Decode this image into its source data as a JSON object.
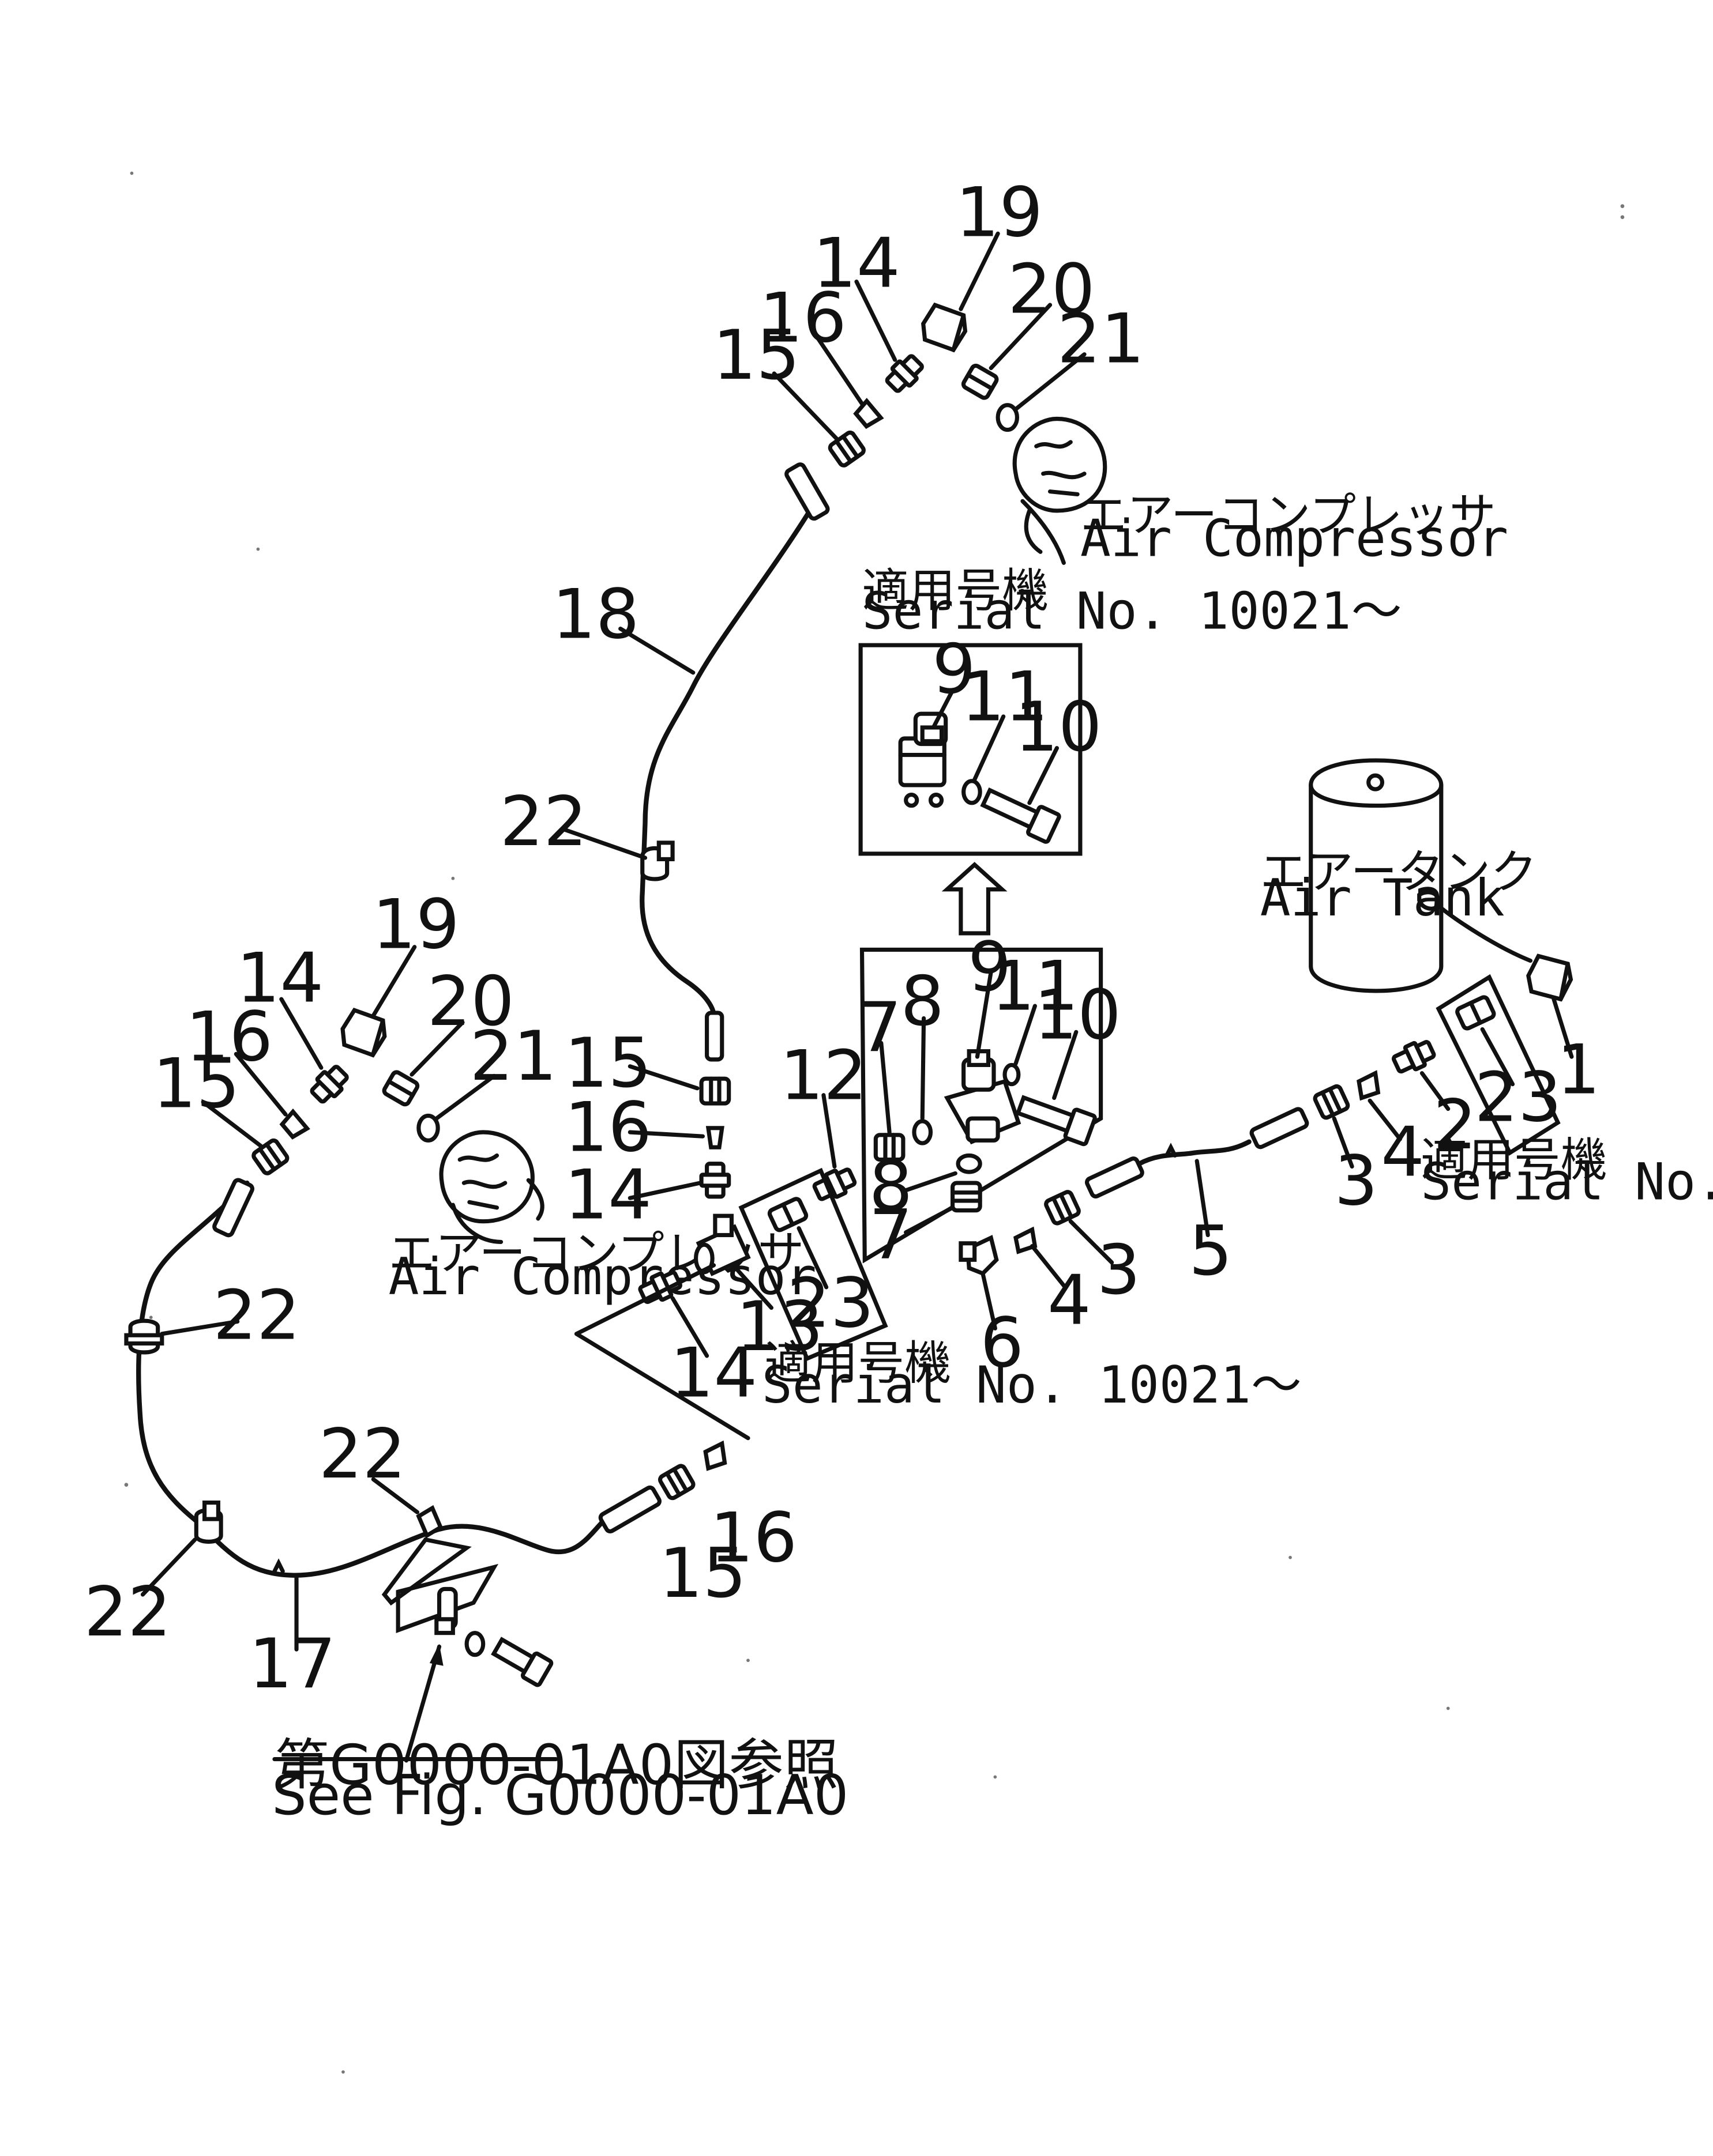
{
  "labels": {
    "air_compressor_jp": "エアーコンプレッサ",
    "air_compressor_en": "Air  Compressor",
    "air_tank_jp": "エアータンク",
    "air_tank_en": "Air  Tank",
    "serial_jp": "適用号機",
    "serial_en": "Serial  No.  10021～",
    "see_fig_jp": "第G0000-01A0図参照",
    "see_fig_en": "See  Fig.  G0000-01A0"
  },
  "callouts": {
    "n1": "1",
    "n2": "2",
    "n3": "3",
    "n4": "4",
    "n5": "5",
    "n6": "6",
    "n7": "7",
    "n8": "8",
    "n9": "9",
    "n10": "10",
    "n11": "11",
    "n12": "12",
    "n13": "13",
    "n14": "14",
    "n15": "15",
    "n16": "16",
    "n17": "17",
    "n18": "18",
    "n19": "19",
    "n20": "20",
    "n21": "21",
    "n22": "22",
    "n23": "23"
  }
}
